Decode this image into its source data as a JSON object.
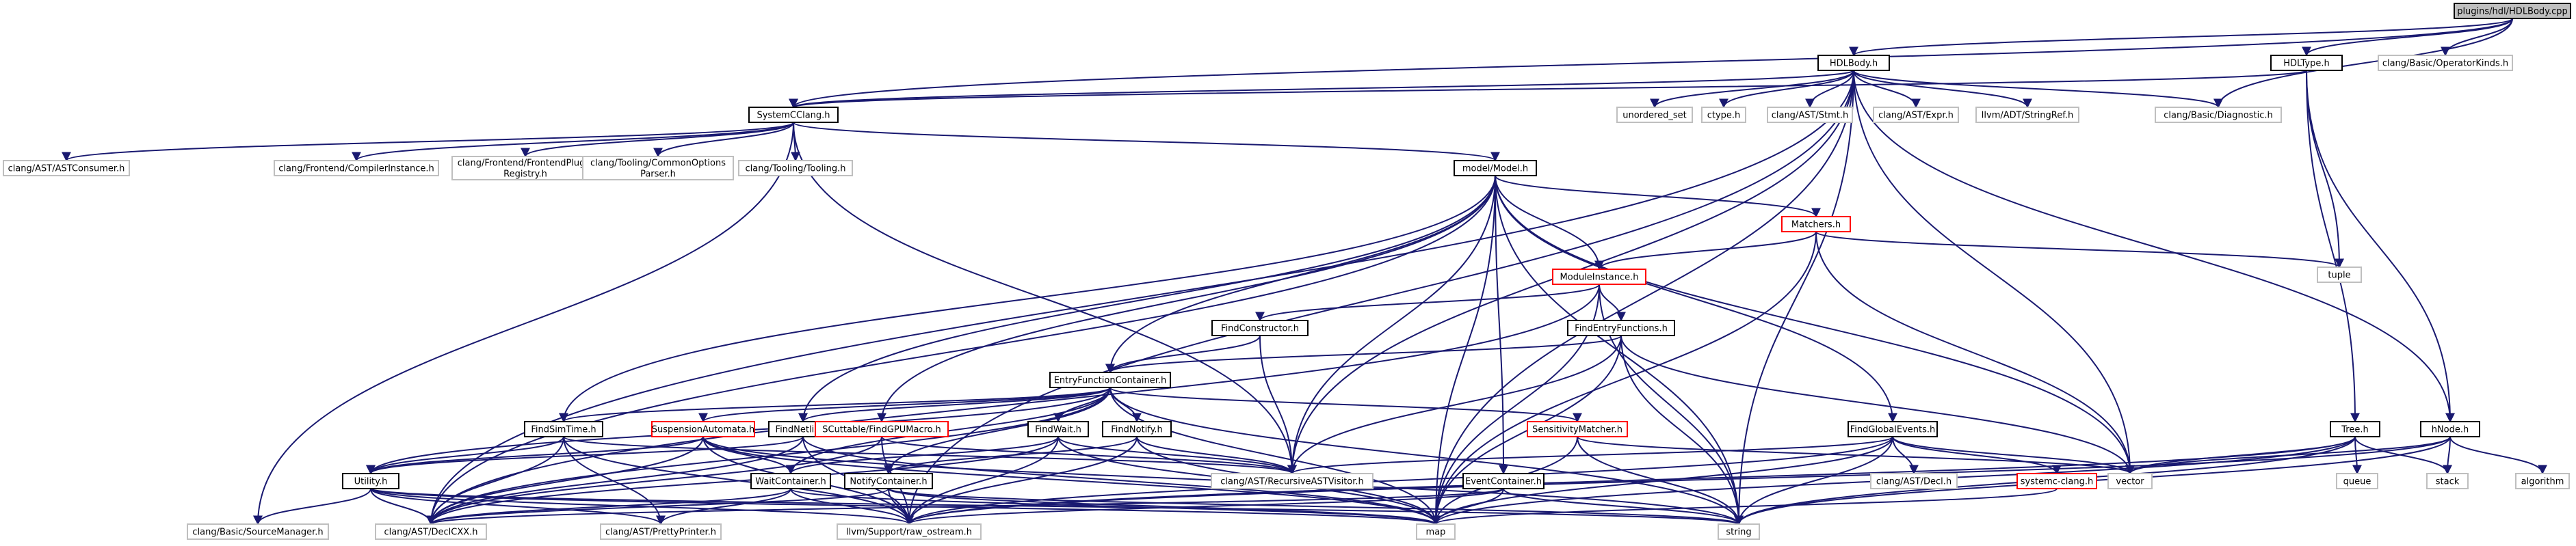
{
  "colors": {
    "edge": "#191970",
    "box_default": "#bfbfbf",
    "box_black": "#000000",
    "box_red": "#ff0000",
    "root_fill": "#bfbfbf",
    "background": "#ffffff"
  },
  "nodes": [
    {
      "id": "root",
      "label": "plugins/hdl/HDLBody.cpp",
      "style": "root"
    },
    {
      "id": "hdlbody_h",
      "label": "HDLBody.h",
      "style": "black"
    },
    {
      "id": "hdltype_h",
      "label": "HDLType.h",
      "style": "black"
    },
    {
      "id": "operatorkinds",
      "label": "clang/Basic/OperatorKinds.h",
      "style": "gray"
    },
    {
      "id": "systemcclang",
      "label": "SystemCClang.h",
      "style": "black"
    },
    {
      "id": "unordered_set",
      "label": "unordered_set",
      "style": "gray"
    },
    {
      "id": "ctype",
      "label": "ctype.h",
      "style": "gray"
    },
    {
      "id": "stmt",
      "label": "clang/AST/Stmt.h",
      "style": "gray"
    },
    {
      "id": "expr",
      "label": "clang/AST/Expr.h",
      "style": "gray"
    },
    {
      "id": "stringref",
      "label": "llvm/ADT/StringRef.h",
      "style": "gray"
    },
    {
      "id": "diagnostic",
      "label": "clang/Basic/Diagnostic.h",
      "style": "gray"
    },
    {
      "id": "astconsumer",
      "label": "clang/AST/ASTConsumer.h",
      "style": "gray"
    },
    {
      "id": "compilerinstance",
      "label": "clang/Frontend/CompilerInstance.h",
      "style": "gray"
    },
    {
      "id": "frontendplugin",
      "label": [
        "clang/Frontend/FrontendPlugin",
        "Registry.h"
      ],
      "style": "gray"
    },
    {
      "id": "commonoptions",
      "label": [
        "clang/Tooling/CommonOptions",
        "Parser.h"
      ],
      "style": "gray"
    },
    {
      "id": "tooling",
      "label": "clang/Tooling/Tooling.h",
      "style": "gray"
    },
    {
      "id": "model",
      "label": "model/Model.h",
      "style": "black"
    },
    {
      "id": "matchers",
      "label": "Matchers.h",
      "style": "red"
    },
    {
      "id": "tuple",
      "label": "tuple",
      "style": "gray"
    },
    {
      "id": "moduleinstance",
      "label": "ModuleInstance.h",
      "style": "red"
    },
    {
      "id": "findconstructor",
      "label": "FindConstructor.h",
      "style": "black"
    },
    {
      "id": "findentryfunctions",
      "label": "FindEntryFunctions.h",
      "style": "black"
    },
    {
      "id": "entryfunctioncontainer",
      "label": "EntryFunctionContainer.h",
      "style": "black"
    },
    {
      "id": "tree",
      "label": "Tree.h",
      "style": "black"
    },
    {
      "id": "hnode",
      "label": "hNode.h",
      "style": "black"
    },
    {
      "id": "findsimtime",
      "label": "FindSimTime.h",
      "style": "black"
    },
    {
      "id": "suspensionautomata",
      "label": "SuspensionAutomata.h",
      "style": "red"
    },
    {
      "id": "findnetlist",
      "label": "FindNetlist.h",
      "style": "black"
    },
    {
      "id": "sccuttable",
      "label": "SCuttable/FindGPUMacro.h",
      "style": "red"
    },
    {
      "id": "findwait",
      "label": "FindWait.h",
      "style": "black"
    },
    {
      "id": "findnotify",
      "label": "FindNotify.h",
      "style": "black"
    },
    {
      "id": "sensitivitymatcher",
      "label": "SensitivityMatcher.h",
      "style": "red"
    },
    {
      "id": "findglobalevents",
      "label": "FindGlobalEvents.h",
      "style": "black"
    },
    {
      "id": "queue",
      "label": "queue",
      "style": "gray"
    },
    {
      "id": "stack",
      "label": "stack",
      "style": "gray"
    },
    {
      "id": "algorithm",
      "label": "algorithm",
      "style": "gray"
    },
    {
      "id": "utility",
      "label": "Utility.h",
      "style": "black"
    },
    {
      "id": "waitcontainer",
      "label": "WaitContainer.h",
      "style": "black"
    },
    {
      "id": "notifycontainer",
      "label": "NotifyContainer.h",
      "style": "black"
    },
    {
      "id": "recursiveastvisitor",
      "label": "clang/AST/RecursiveASTVisitor.h",
      "style": "gray"
    },
    {
      "id": "eventcontainer",
      "label": "EventContainer.h",
      "style": "black"
    },
    {
      "id": "decl",
      "label": "clang/AST/Decl.h",
      "style": "gray"
    },
    {
      "id": "systemcclang_h",
      "label": "systemc-clang.h",
      "style": "red"
    },
    {
      "id": "vector",
      "label": "vector",
      "style": "gray"
    },
    {
      "id": "sourcemanager",
      "label": "clang/Basic/SourceManager.h",
      "style": "gray"
    },
    {
      "id": "declcxx",
      "label": "clang/AST/DeclCXX.h",
      "style": "gray"
    },
    {
      "id": "prettyprinter",
      "label": "clang/AST/PrettyPrinter.h",
      "style": "gray"
    },
    {
      "id": "raw_ostream",
      "label": "llvm/Support/raw_ostream.h",
      "style": "gray"
    },
    {
      "id": "map",
      "label": "map",
      "style": "gray"
    },
    {
      "id": "string",
      "label": "string",
      "style": "gray"
    }
  ],
  "edges": [
    [
      "root",
      "hdlbody_h"
    ],
    [
      "root",
      "hdltype_h"
    ],
    [
      "root",
      "operatorkinds"
    ],
    [
      "root",
      "systemcclang"
    ],
    [
      "root",
      "diagnostic"
    ],
    [
      "hdlbody_h",
      "systemcclang"
    ],
    [
      "hdlbody_h",
      "unordered_set"
    ],
    [
      "hdlbody_h",
      "ctype"
    ],
    [
      "hdlbody_h",
      "stmt"
    ],
    [
      "hdlbody_h",
      "expr"
    ],
    [
      "hdlbody_h",
      "stringref"
    ],
    [
      "hdlbody_h",
      "diagnostic"
    ],
    [
      "hdlbody_h",
      "recursiveastvisitor"
    ],
    [
      "hdlbody_h",
      "raw_ostream"
    ],
    [
      "hdlbody_h",
      "declcxx"
    ],
    [
      "hdlbody_h",
      "vector"
    ],
    [
      "hdlbody_h",
      "map"
    ],
    [
      "hdlbody_h",
      "string"
    ],
    [
      "hdlbody_h",
      "hnode"
    ],
    [
      "hdltype_h",
      "systemcclang"
    ],
    [
      "hdltype_h",
      "tree"
    ],
    [
      "hdltype_h",
      "hnode"
    ],
    [
      "hdltype_h",
      "tuple"
    ],
    [
      "systemcclang",
      "astconsumer"
    ],
    [
      "systemcclang",
      "compilerinstance"
    ],
    [
      "systemcclang",
      "frontendplugin"
    ],
    [
      "systemcclang",
      "commonoptions"
    ],
    [
      "systemcclang",
      "tooling"
    ],
    [
      "systemcclang",
      "model"
    ],
    [
      "systemcclang",
      "recursiveastvisitor"
    ],
    [
      "systemcclang",
      "sourcemanager"
    ],
    [
      "model",
      "matchers"
    ],
    [
      "model",
      "moduleinstance"
    ],
    [
      "model",
      "entryfunctioncontainer"
    ],
    [
      "model",
      "findsimtime"
    ],
    [
      "model",
      "findnetlist"
    ],
    [
      "model",
      "sccuttable"
    ],
    [
      "model",
      "eventcontainer"
    ],
    [
      "model",
      "findglobalevents"
    ],
    [
      "model",
      "declcxx"
    ],
    [
      "model",
      "map"
    ],
    [
      "model",
      "vector"
    ],
    [
      "model",
      "string"
    ],
    [
      "model",
      "recursiveastvisitor"
    ],
    [
      "matchers",
      "moduleinstance"
    ],
    [
      "matchers",
      "tuple"
    ],
    [
      "matchers",
      "vector"
    ],
    [
      "matchers",
      "map"
    ],
    [
      "moduleinstance",
      "findconstructor"
    ],
    [
      "moduleinstance",
      "findentryfunctions"
    ],
    [
      "moduleinstance",
      "declcxx"
    ],
    [
      "moduleinstance",
      "map"
    ],
    [
      "moduleinstance",
      "string"
    ],
    [
      "findconstructor",
      "entryfunctioncontainer"
    ],
    [
      "findconstructor",
      "recursiveastvisitor"
    ],
    [
      "findentryfunctions",
      "entryfunctioncontainer"
    ],
    [
      "findentryfunctions",
      "recursiveastvisitor"
    ],
    [
      "findentryfunctions",
      "vector"
    ],
    [
      "findentryfunctions",
      "map"
    ],
    [
      "findentryfunctions",
      "string"
    ],
    [
      "entryfunctioncontainer",
      "findsimtime"
    ],
    [
      "entryfunctioncontainer",
      "suspensionautomata"
    ],
    [
      "entryfunctioncontainer",
      "findnetlist"
    ],
    [
      "entryfunctioncontainer",
      "findwait"
    ],
    [
      "entryfunctioncontainer",
      "findnotify"
    ],
    [
      "entryfunctioncontainer",
      "sensitivitymatcher"
    ],
    [
      "entryfunctioncontainer",
      "utility"
    ],
    [
      "entryfunctioncontainer",
      "waitcontainer"
    ],
    [
      "entryfunctioncontainer",
      "notifycontainer"
    ],
    [
      "entryfunctioncontainer",
      "declcxx"
    ],
    [
      "entryfunctioncontainer",
      "map"
    ],
    [
      "entryfunctioncontainer",
      "string"
    ],
    [
      "findsimtime",
      "utility"
    ],
    [
      "findsimtime",
      "declcxx"
    ],
    [
      "findsimtime",
      "raw_ostream"
    ],
    [
      "findsimtime",
      "recursiveastvisitor"
    ],
    [
      "findsimtime",
      "prettyprinter"
    ],
    [
      "suspensionautomata",
      "waitcontainer"
    ],
    [
      "suspensionautomata",
      "utility"
    ],
    [
      "suspensionautomata",
      "declcxx"
    ],
    [
      "suspensionautomata",
      "raw_ostream"
    ],
    [
      "suspensionautomata",
      "map"
    ],
    [
      "suspensionautomata",
      "string"
    ],
    [
      "findnetlist",
      "utility"
    ],
    [
      "findnetlist",
      "declcxx"
    ],
    [
      "findnetlist",
      "map"
    ],
    [
      "findnetlist",
      "raw_ostream"
    ],
    [
      "sccuttable",
      "declcxx"
    ],
    [
      "sccuttable",
      "raw_ostream"
    ],
    [
      "sccuttable",
      "recursiveastvisitor"
    ],
    [
      "findwait",
      "waitcontainer"
    ],
    [
      "findwait",
      "declcxx"
    ],
    [
      "findwait",
      "raw_ostream"
    ],
    [
      "findwait",
      "recursiveastvisitor"
    ],
    [
      "findwait",
      "map"
    ],
    [
      "findnotify",
      "notifycontainer"
    ],
    [
      "findnotify",
      "raw_ostream"
    ],
    [
      "findnotify",
      "recursiveastvisitor"
    ],
    [
      "findnotify",
      "map"
    ],
    [
      "sensitivitymatcher",
      "map"
    ],
    [
      "sensitivitymatcher",
      "string"
    ],
    [
      "sensitivitymatcher",
      "vector"
    ],
    [
      "findglobalevents",
      "recursiveastvisitor"
    ],
    [
      "findglobalevents",
      "decl"
    ],
    [
      "findglobalevents",
      "systemcclang_h"
    ],
    [
      "findglobalevents",
      "vector"
    ],
    [
      "findglobalevents",
      "map"
    ],
    [
      "findglobalevents",
      "string"
    ],
    [
      "findglobalevents",
      "raw_ostream"
    ],
    [
      "systemcclang_h",
      "map"
    ],
    [
      "utility",
      "sourcemanager"
    ],
    [
      "utility",
      "prettyprinter"
    ],
    [
      "utility",
      "raw_ostream"
    ],
    [
      "utility",
      "declcxx"
    ],
    [
      "utility",
      "map"
    ],
    [
      "utility",
      "string"
    ],
    [
      "waitcontainer",
      "declcxx"
    ],
    [
      "waitcontainer",
      "raw_ostream"
    ],
    [
      "waitcontainer",
      "map"
    ],
    [
      "waitcontainer",
      "prettyprinter"
    ],
    [
      "notifycontainer",
      "declcxx"
    ],
    [
      "notifycontainer",
      "raw_ostream"
    ],
    [
      "notifycontainer",
      "map"
    ],
    [
      "notifycontainer",
      "string"
    ],
    [
      "eventcontainer",
      "declcxx"
    ],
    [
      "eventcontainer",
      "raw_ostream"
    ],
    [
      "eventcontainer",
      "map"
    ],
    [
      "eventcontainer",
      "string"
    ],
    [
      "tree",
      "vector"
    ],
    [
      "tree",
      "queue"
    ],
    [
      "tree",
      "stack"
    ],
    [
      "tree",
      "map"
    ],
    [
      "tree",
      "raw_ostream"
    ],
    [
      "tree",
      "string"
    ],
    [
      "hnode",
      "stack"
    ],
    [
      "hnode",
      "algorithm"
    ],
    [
      "hnode",
      "raw_ostream"
    ],
    [
      "hnode",
      "string"
    ],
    [
      "hnode",
      "vector"
    ]
  ]
}
